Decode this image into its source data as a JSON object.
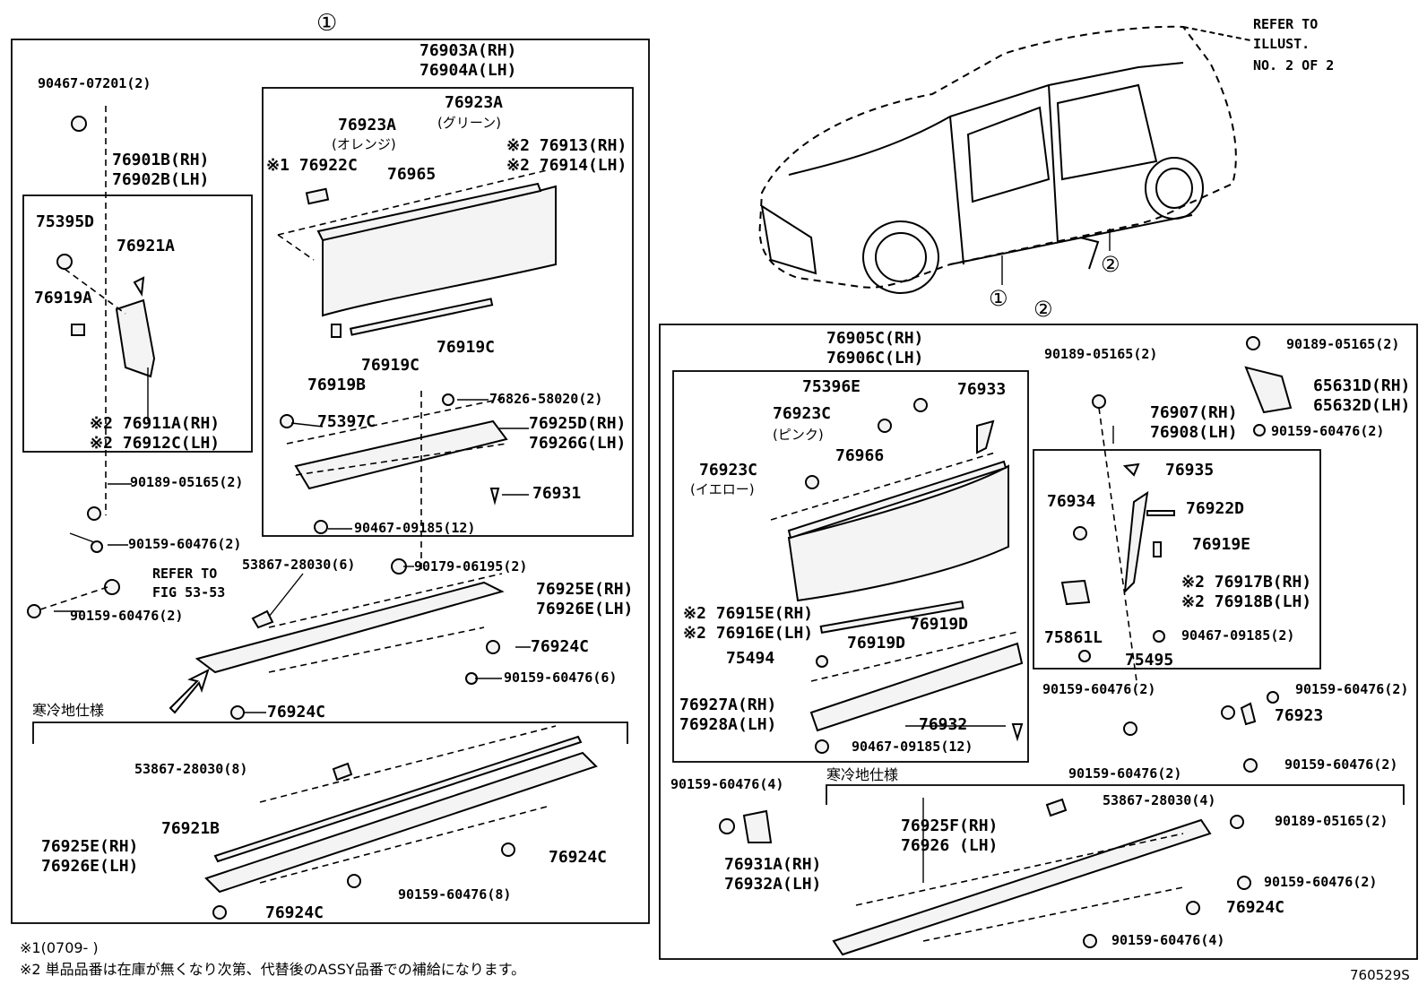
{
  "section_markers": {
    "one": "①",
    "two": "②"
  },
  "refer_note": [
    "REFER TO",
    "ILLUST.",
    "NO. 2 OF 2"
  ],
  "refer_fig": [
    "REFER TO",
    "FIG 53-53"
  ],
  "cold_spec": "寒冷地仕様",
  "footnotes": [
    "※1(0709-        )",
    "※2 単品品番は在庫が無くなり次第、代替後のASSY品番での補給になります。"
  ],
  "diagram_id": "760529S",
  "left": {
    "p90467_07201": "90467-07201(2)",
    "p76901B": "76901B(RH)",
    "p76902B": "76902B(LH)",
    "p75395D": "75395D",
    "p76921A": "76921A",
    "p76919A": "76919A",
    "p76911A": "※2 76911A(RH)",
    "p76912C": "※2 76912C(LH)",
    "p90189_05165": "90189-05165(2)",
    "p90159_60476_a": "90159-60476(2)",
    "p90159_60476_b": "90159-60476(2)",
    "p76903A": "76903A(RH)",
    "p76904A": "76904A(LH)",
    "p76923A_g": "76923A",
    "green": "(グリーン)",
    "p76923A_o": "76923A",
    "orange": "(オレンジ)",
    "p76913": "※2 76913(RH)",
    "p76914": "※2 76914(LH)",
    "p76922C": "※1 76922C",
    "p76965": "76965",
    "p76919C_a": "76919C",
    "p76919C_b": "76919C",
    "p76919B": "76919B",
    "p76826": "76826-58020(2)",
    "p75397C": "75397C",
    "p76925D": "76925D(RH)",
    "p76926G": "76926G(LH)",
    "p76931": "76931",
    "p90467_09185": "90467-09185(12)",
    "p53867_a": "53867-28030(6)",
    "p90179": "90179-06195(2)",
    "p76925E": "76925E(RH)",
    "p76926E": "76926E(LH)",
    "p76924C_a": "76924C",
    "p90159_60476_6": "90159-60476(6)",
    "p76924C_b": "76924C",
    "p53867_b": "53867-28030(8)",
    "p76921B": "76921B",
    "p76925E_b": "76925E(RH)",
    "p76926E_b": "76926E(LH)",
    "p76924C_c": "76924C",
    "p90159_60476_8": "90159-60476(8)",
    "p76924C_d": "76924C"
  },
  "right": {
    "p76905C": "76905C(RH)",
    "p76906C": "76906C(LH)",
    "p75396E": "75396E",
    "p76933": "76933",
    "p76923C_p": "76923C",
    "pink": "(ピンク)",
    "p76966": "76966",
    "p76923C_y": "76923C",
    "yellow": "(イエロー)",
    "p76915E": "※2 76915E(RH)",
    "p76916E": "※2 76916E(LH)",
    "p76919D_a": "76919D",
    "p76919D_b": "76919D",
    "p75494": "75494",
    "p76927A": "76927A(RH)",
    "p76928A": "76928A(LH)",
    "p76932": "76932",
    "p90467_09185": "90467-09185(12)",
    "p90189_05165_a": "90189-05165(2)",
    "p90189_05165_b": "90189-05165(2)",
    "p65631D": "65631D(RH)",
    "p65632D": "65632D(LH)",
    "p76907": "76907(RH)",
    "p76908": "76908(LH)",
    "p90159_60476_a": "90159-60476(2)",
    "p76935": "76935",
    "p76934": "76934",
    "p76922D": "76922D",
    "p76919E": "76919E",
    "p76917B": "※2 76917B(RH)",
    "p76918B": "※2 76918B(LH)",
    "p75861L": "75861L",
    "p90467_09185_2": "90467-09185(2)",
    "p75495": "75495",
    "p90159_60476_b": "90159-60476(2)",
    "p90159_60476_c": "90159-60476(2)",
    "p76923": "76923",
    "p90159_60476_d": "90159-60476(2)",
    "p90159_60476_e": "90159-60476(2)",
    "p90159_60476_4": "90159-60476(4)",
    "p76931A": "76931A(RH)",
    "p76932A": "76932A(LH)",
    "p53867": "53867-28030(4)",
    "p90189_05165_c": "90189-05165(2)",
    "p76925F": "76925F(RH)",
    "p76926": "76926 (LH)",
    "p90159_60476_f": "90159-60476(2)",
    "p76924C": "76924C",
    "p90159_60476_g": "90159-60476(4)"
  }
}
